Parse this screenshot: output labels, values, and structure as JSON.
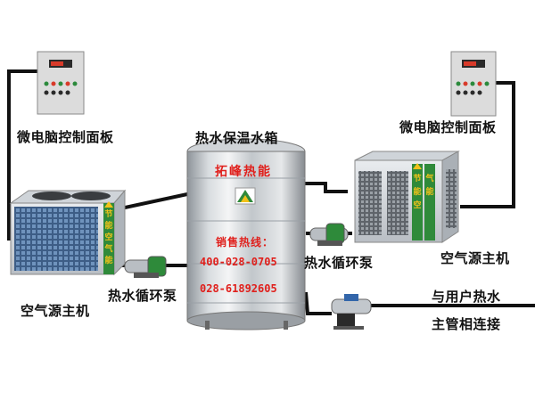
{
  "labels": {
    "panel_left": "微电脑控制面板",
    "panel_right": "微电脑控制面板",
    "tank": "热水保温水箱",
    "unit_left": "空气源主机",
    "unit_right": "空气源主机",
    "pump_left": "热水循环泵",
    "pump_right": "热水循环泵",
    "user_line1": "与用户热水",
    "user_line2": "主管相连接"
  },
  "tank_text": {
    "brand": "拓峰热能",
    "hotline_title": "销售热线：",
    "phone1": "400-028-0705",
    "phone2": "028-61892605"
  },
  "unit_badge": [
    "节",
    "能",
    "空",
    "气",
    "能"
  ],
  "colors": {
    "pipe": "#111111",
    "accent_red": "#e0201c",
    "unit_badge": "#2f8a3a",
    "panel_body": "#dedede"
  }
}
